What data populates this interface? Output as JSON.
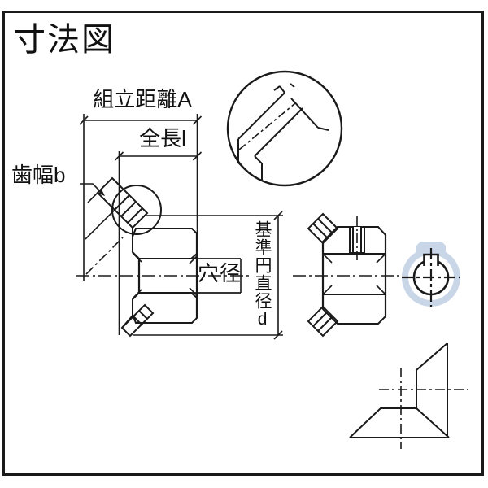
{
  "page": {
    "background": "#ffffff",
    "border_color": "#000000"
  },
  "title": "寸法図",
  "diagram": {
    "labels": {
      "assembly_distance": "組立距離A",
      "overall_length": "全長l",
      "face_width": "歯幅b",
      "bore_diameter": "穴径",
      "pitch_diameter": "基準円直径d"
    },
    "colors": {
      "line": "#1a1a1a",
      "section_fill": "#c9d6e8"
    }
  }
}
